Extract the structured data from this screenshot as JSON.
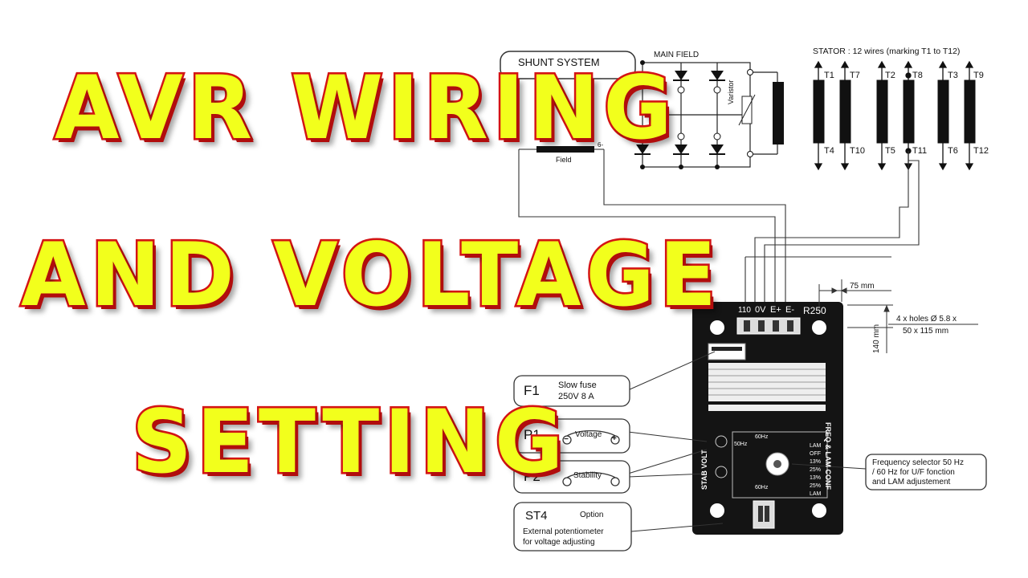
{
  "title": {
    "line1": "AVR WIRING",
    "line2": "AND VOLTAGE",
    "line3": "SETTING"
  },
  "diagram": {
    "shunt_system": "SHUNT SYSTEM",
    "main_field": "MAIN FIELD",
    "varistor": "Varistor",
    "field": "Field",
    "field_minus": "6-",
    "stator": "STATOR : 12 wires (marking T1 to T12)",
    "stator_top": [
      "T1",
      "T7",
      "T2",
      "T8",
      "T3",
      "T9"
    ],
    "stator_bottom": [
      "T4",
      "T10",
      "T5",
      "T11",
      "T6",
      "T12"
    ],
    "terminals": [
      "110",
      "0V",
      "E+",
      "E-"
    ],
    "model": "R250",
    "dim_width": "75 mm",
    "dim_height": "140 mm",
    "holes_line1": "4 x holes Ø 5.8 x",
    "holes_line2": "50 x 115 mm",
    "board_text_right": "FREQ & LAM CONF",
    "board_text_left": "STAB VOLT",
    "dial_labels": [
      "60Hz",
      "50Hz",
      "LAM",
      "OFF",
      "13%",
      "25%",
      "13%",
      "25%",
      "LAM",
      "60Hz"
    ],
    "f1_code": "F1",
    "f1_line1": "Slow fuse",
    "f1_line2": "250V 8 A",
    "p1_code": "P1",
    "p1_label": "Voltage",
    "p2_code": "P2",
    "p2_label": "Stability",
    "st4_code": "ST4",
    "st4_option": "Option",
    "st4_line1": "External potentiometer",
    "st4_line2": "for voltage adjusting",
    "freq_line1": "Frequency selector 50 Hz",
    "freq_line2": "/ 60 Hz for U/F fonction",
    "freq_line3": "and LAM adjustement"
  }
}
